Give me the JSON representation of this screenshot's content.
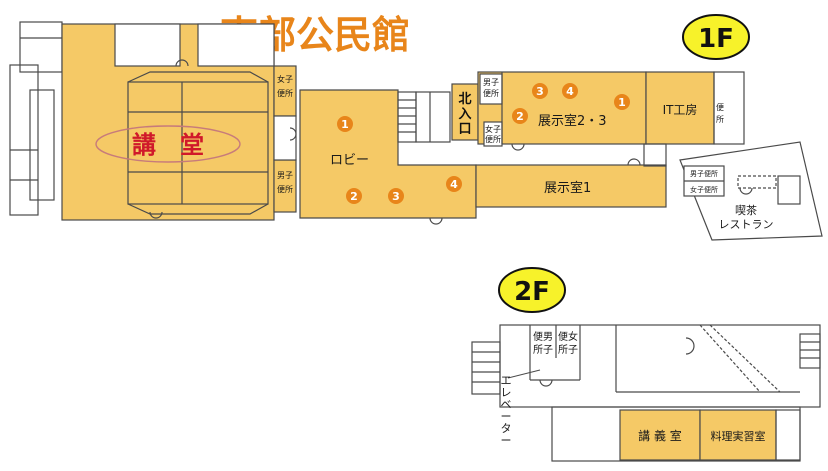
{
  "title": "南部公民館",
  "colors": {
    "title": "#e8851a",
    "room_fill": "#f5c966",
    "room_stroke": "#4a4a4a",
    "marker": "#e8851a",
    "badge_fill": "#f7f22a",
    "hall_label": "#d0192a"
  },
  "floors": {
    "f1": {
      "badge": "1F",
      "rooms": {
        "hall": "講　堂",
        "lobby": "ロビー",
        "north_entrance": [
          "北",
          "入",
          "口"
        ],
        "exhibit23": "展示室2・3",
        "it_room": "IT工房",
        "exhibit1": "展示室1",
        "cafe_line1": "喫茶",
        "cafe_line2": "レストラン"
      },
      "toilets": {
        "women_left": [
          "女子",
          "便所"
        ],
        "men_left": [
          "男子",
          "便所"
        ],
        "men_mid": [
          "男子",
          "便所"
        ],
        "women_mid": [
          "女子",
          "便所"
        ],
        "men_right": "男子便所",
        "women_right": "女子便所",
        "office": [
          "便",
          "所"
        ]
      },
      "markers": [
        "1",
        "2",
        "3",
        "4",
        "3",
        "4",
        "2",
        "1"
      ]
    },
    "f2": {
      "badge": "2F",
      "rooms": {
        "lecture": "講 義 室",
        "cooking": "料理実習室",
        "elevator": [
          "エ",
          "レ",
          "ベ",
          "ー",
          "タ",
          "ー"
        ]
      },
      "toilets": {
        "men": [
          "便男",
          "所子"
        ],
        "women": [
          "便女",
          "所子"
        ]
      }
    }
  }
}
